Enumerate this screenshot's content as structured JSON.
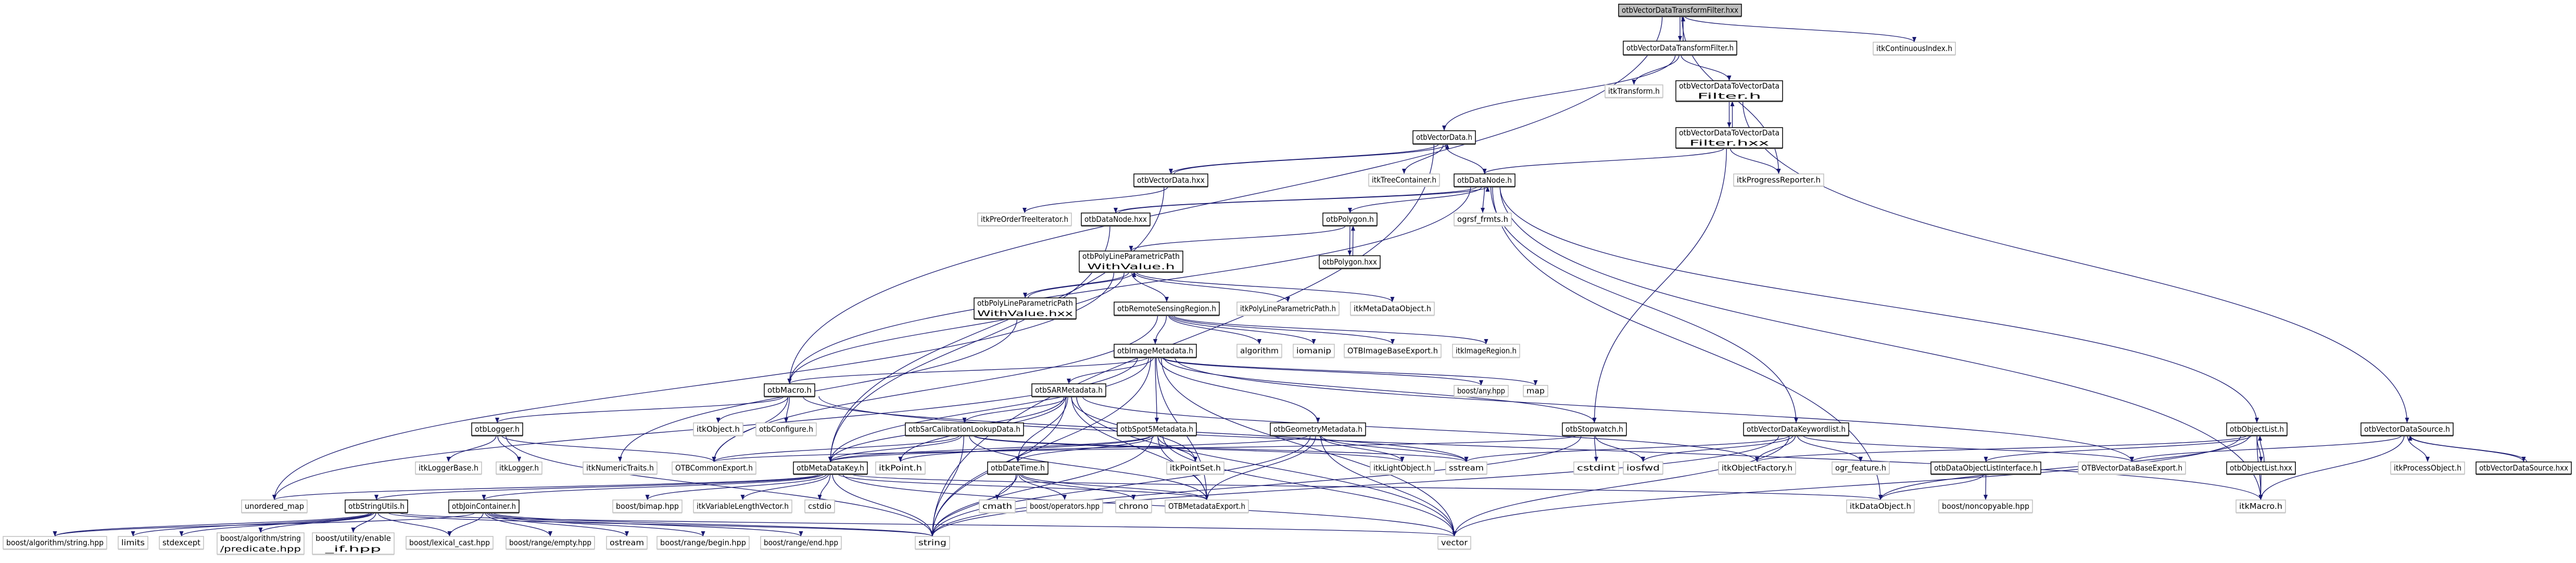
{
  "colors": {
    "edge": "#191970",
    "root_fill": "#bfbfbf",
    "external_border": "#bfbfbf",
    "documented_border": "#000000"
  },
  "nodes": [
    {
      "id": "tfhxx",
      "lines": [
        "otbVectorDataTransformFilter.hxx"
      ],
      "kind": "root"
    },
    {
      "id": "tfh",
      "lines": [
        "otbVectorDataTransformFilter.h"
      ],
      "kind": "documented"
    },
    {
      "id": "contidx",
      "lines": [
        "itkContinuousIndex.h"
      ],
      "kind": "external"
    },
    {
      "id": "itktransform",
      "lines": [
        "itkTransform.h"
      ],
      "kind": "external"
    },
    {
      "id": "vd2vdh",
      "lines": [
        "otbVectorDataToVectorData",
        "Filter.h"
      ],
      "kind": "documented"
    },
    {
      "id": "vd2vdhxx",
      "lines": [
        "otbVectorDataToVectorData",
        "Filter.hxx"
      ],
      "kind": "documented"
    },
    {
      "id": "vdh",
      "lines": [
        "otbVectorData.h"
      ],
      "kind": "documented"
    },
    {
      "id": "progress",
      "lines": [
        "itkProgressReporter.h"
      ],
      "kind": "external"
    },
    {
      "id": "vdhxx",
      "lines": [
        "otbVectorData.hxx"
      ],
      "kind": "documented"
    },
    {
      "id": "treecont",
      "lines": [
        "itkTreeContainer.h"
      ],
      "kind": "external"
    },
    {
      "id": "dnh",
      "lines": [
        "otbDataNode.h"
      ],
      "kind": "documented"
    },
    {
      "id": "preorder",
      "lines": [
        "itkPreOrderTreeIterator.h"
      ],
      "kind": "external"
    },
    {
      "id": "dnhxx",
      "lines": [
        "otbDataNode.hxx"
      ],
      "kind": "documented"
    },
    {
      "id": "polyh",
      "lines": [
        "otbPolygon.h"
      ],
      "kind": "documented"
    },
    {
      "id": "ogrsf",
      "lines": [
        "ogrsf_frmts.h"
      ],
      "kind": "external"
    },
    {
      "id": "polyhxx",
      "lines": [
        "otbPolygon.hxx"
      ],
      "kind": "documented"
    },
    {
      "id": "plppwvh",
      "lines": [
        "otbPolyLineParametricPath",
        "WithValue.h"
      ],
      "kind": "documented"
    },
    {
      "id": "plppwvhxx",
      "lines": [
        "otbPolyLineParametricPath",
        "WithValue.hxx"
      ],
      "kind": "documented"
    },
    {
      "id": "rsr",
      "lines": [
        "otbRemoteSensingRegion.h"
      ],
      "kind": "documented"
    },
    {
      "id": "itkplpp",
      "lines": [
        "itkPolyLineParametricPath.h"
      ],
      "kind": "external"
    },
    {
      "id": "metadataobj",
      "lines": [
        "itkMetaDataObject.h"
      ],
      "kind": "external"
    },
    {
      "id": "imgmeta",
      "lines": [
        "otbImageMetadata.h"
      ],
      "kind": "documented"
    },
    {
      "id": "algorithm",
      "lines": [
        "algorithm"
      ],
      "kind": "external"
    },
    {
      "id": "iomanip",
      "lines": [
        "iomanip"
      ],
      "kind": "external"
    },
    {
      "id": "imgbaseexp",
      "lines": [
        "OTBImageBaseExport.h"
      ],
      "kind": "external"
    },
    {
      "id": "imgregion",
      "lines": [
        "itkImageRegion.h"
      ],
      "kind": "external"
    },
    {
      "id": "macro",
      "lines": [
        "otbMacro.h"
      ],
      "kind": "documented"
    },
    {
      "id": "sarmeta",
      "lines": [
        "otbSARMetadata.h"
      ],
      "kind": "documented"
    },
    {
      "id": "boostany",
      "lines": [
        "boost/any.hpp"
      ],
      "kind": "external"
    },
    {
      "id": "map",
      "lines": [
        "map"
      ],
      "kind": "external"
    },
    {
      "id": "logger",
      "lines": [
        "otbLogger.h"
      ],
      "kind": "documented"
    },
    {
      "id": "itkobject",
      "lines": [
        "itkObject.h"
      ],
      "kind": "external"
    },
    {
      "id": "configure",
      "lines": [
        "otbConfigure.h"
      ],
      "kind": "external"
    },
    {
      "id": "sarcal",
      "lines": [
        "otbSarCalibrationLookupData.h"
      ],
      "kind": "documented"
    },
    {
      "id": "spot5",
      "lines": [
        "otbSpot5Metadata.h"
      ],
      "kind": "documented"
    },
    {
      "id": "geommeta",
      "lines": [
        "otbGeometryMetadata.h"
      ],
      "kind": "documented"
    },
    {
      "id": "stopwatch",
      "lines": [
        "otbStopwatch.h"
      ],
      "kind": "documented"
    },
    {
      "id": "vdkwl",
      "lines": [
        "otbVectorDataKeywordlist.h"
      ],
      "kind": "documented"
    },
    {
      "id": "objlisth",
      "lines": [
        "otbObjectList.h"
      ],
      "kind": "documented"
    },
    {
      "id": "vdsrch",
      "lines": [
        "otbVectorDataSource.h"
      ],
      "kind": "documented"
    },
    {
      "id": "loggerbase",
      "lines": [
        "itkLoggerBase.h"
      ],
      "kind": "external"
    },
    {
      "id": "itklogger",
      "lines": [
        "itkLogger.h"
      ],
      "kind": "external"
    },
    {
      "id": "numtraits",
      "lines": [
        "itkNumericTraits.h"
      ],
      "kind": "external"
    },
    {
      "id": "commonexp",
      "lines": [
        "OTBCommonExport.h"
      ],
      "kind": "external"
    },
    {
      "id": "mdkey",
      "lines": [
        "otbMetaDataKey.h"
      ],
      "kind": "documented"
    },
    {
      "id": "itkpoint",
      "lines": [
        "itkPoint.h"
      ],
      "kind": "external"
    },
    {
      "id": "datetime",
      "lines": [
        "otbDateTime.h"
      ],
      "kind": "documented"
    },
    {
      "id": "pointset",
      "lines": [
        "itkPointSet.h"
      ],
      "kind": "external"
    },
    {
      "id": "lightobj",
      "lines": [
        "itkLightObject.h"
      ],
      "kind": "external"
    },
    {
      "id": "sstream",
      "lines": [
        "sstream"
      ],
      "kind": "external"
    },
    {
      "id": "cstdint",
      "lines": [
        "cstdint"
      ],
      "kind": "external"
    },
    {
      "id": "iosfwd",
      "lines": [
        "iosfwd"
      ],
      "kind": "external"
    },
    {
      "id": "objfactory",
      "lines": [
        "itkObjectFactory.h"
      ],
      "kind": "external"
    },
    {
      "id": "ogrfeature",
      "lines": [
        "ogr_feature.h"
      ],
      "kind": "external"
    },
    {
      "id": "dolisti",
      "lines": [
        "otbDataObjectListInterface.h"
      ],
      "kind": "documented"
    },
    {
      "id": "vdbaseexp",
      "lines": [
        "OTBVectorDataBaseExport.h"
      ],
      "kind": "external"
    },
    {
      "id": "objlisthxx",
      "lines": [
        "otbObjectList.hxx"
      ],
      "kind": "documented"
    },
    {
      "id": "processobj",
      "lines": [
        "itkProcessObject.h"
      ],
      "kind": "external"
    },
    {
      "id": "vdsrchxx",
      "lines": [
        "otbVectorDataSource.hxx"
      ],
      "kind": "documented"
    },
    {
      "id": "umap",
      "lines": [
        "unordered_map"
      ],
      "kind": "external"
    },
    {
      "id": "strutils",
      "lines": [
        "otbStringUtils.h"
      ],
      "kind": "documented"
    },
    {
      "id": "joincont",
      "lines": [
        "otbJoinContainer.h"
      ],
      "kind": "documented"
    },
    {
      "id": "bimap",
      "lines": [
        "boost/bimap.hpp"
      ],
      "kind": "external"
    },
    {
      "id": "varlen",
      "lines": [
        "itkVariableLengthVector.h"
      ],
      "kind": "external"
    },
    {
      "id": "cstdio",
      "lines": [
        "cstdio"
      ],
      "kind": "external"
    },
    {
      "id": "cmath",
      "lines": [
        "cmath"
      ],
      "kind": "external"
    },
    {
      "id": "operators",
      "lines": [
        "boost/operators.hpp"
      ],
      "kind": "external"
    },
    {
      "id": "chrono",
      "lines": [
        "chrono"
      ],
      "kind": "external"
    },
    {
      "id": "mdexp",
      "lines": [
        "OTBMetadataExport.h"
      ],
      "kind": "external"
    },
    {
      "id": "dataobj",
      "lines": [
        "itkDataObject.h"
      ],
      "kind": "external"
    },
    {
      "id": "noncopy",
      "lines": [
        "boost/noncopyable.hpp"
      ],
      "kind": "external"
    },
    {
      "id": "itkmacro",
      "lines": [
        "itkMacro.h"
      ],
      "kind": "external"
    },
    {
      "id": "algstring",
      "lines": [
        "boost/algorithm/string.hpp"
      ],
      "kind": "external"
    },
    {
      "id": "limits",
      "lines": [
        "limits"
      ],
      "kind": "external"
    },
    {
      "id": "stdexcept",
      "lines": [
        "stdexcept"
      ],
      "kind": "external"
    },
    {
      "id": "predicate",
      "lines": [
        "boost/algorithm/string",
        "/predicate.hpp"
      ],
      "kind": "external"
    },
    {
      "id": "enableif",
      "lines": [
        "boost/utility/enable",
        "_if.hpp"
      ],
      "kind": "external"
    },
    {
      "id": "lexcast",
      "lines": [
        "boost/lexical_cast.hpp"
      ],
      "kind": "external"
    },
    {
      "id": "rangeempty",
      "lines": [
        "boost/range/empty.hpp"
      ],
      "kind": "external"
    },
    {
      "id": "ostream",
      "lines": [
        "ostream"
      ],
      "kind": "external"
    },
    {
      "id": "rangebegin",
      "lines": [
        "boost/range/begin.hpp"
      ],
      "kind": "external"
    },
    {
      "id": "rangeend",
      "lines": [
        "boost/range/end.hpp"
      ],
      "kind": "external"
    },
    {
      "id": "string",
      "lines": [
        "string"
      ],
      "kind": "external"
    },
    {
      "id": "vector",
      "lines": [
        "vector"
      ],
      "kind": "external"
    }
  ],
  "edges": [
    [
      "tfhxx",
      "tfh"
    ],
    [
      "tfhxx",
      "contidx"
    ],
    [
      "tfhxx",
      "progress"
    ],
    [
      "tfhxx",
      "macro"
    ],
    [
      "tfh",
      "tfhxx"
    ],
    [
      "tfh",
      "itktransform"
    ],
    [
      "tfh",
      "vd2vdh"
    ],
    [
      "tfh",
      "vdh"
    ],
    [
      "vd2vdh",
      "vd2vdhxx"
    ],
    [
      "vd2vdhxx",
      "vd2vdh"
    ],
    [
      "vd2vdh",
      "vdsrch"
    ],
    [
      "vd2vdhxx",
      "progress"
    ],
    [
      "vd2vdhxx",
      "dnh"
    ],
    [
      "vd2vdhxx",
      "stopwatch"
    ],
    [
      "vdh",
      "vdhxx"
    ],
    [
      "vdhxx",
      "vdh"
    ],
    [
      "vdh",
      "treecont"
    ],
    [
      "vdh",
      "dnh"
    ],
    [
      "vdh",
      "string"
    ],
    [
      "vdhxx",
      "preorder"
    ],
    [
      "vdhxx",
      "mdkey"
    ],
    [
      "dnh",
      "dnhxx"
    ],
    [
      "dnhxx",
      "dnh"
    ],
    [
      "dnh",
      "polyh"
    ],
    [
      "dnh",
      "ogrsf"
    ],
    [
      "dnh",
      "vdkwl"
    ],
    [
      "dnh",
      "objlisth"
    ],
    [
      "dnh",
      "dataobj"
    ],
    [
      "dnh",
      "macro"
    ],
    [
      "dnh",
      "itkmacro"
    ],
    [
      "dnhxx",
      "mdkey"
    ],
    [
      "polyh",
      "polyhxx"
    ],
    [
      "polyhxx",
      "polyh"
    ],
    [
      "polyh",
      "plppwvh"
    ],
    [
      "plppwvh",
      "plppwvhxx"
    ],
    [
      "plppwvhxx",
      "plppwvh"
    ],
    [
      "plppwvh",
      "rsr"
    ],
    [
      "plppwvh",
      "itkplpp"
    ],
    [
      "plppwvh",
      "metadataobj"
    ],
    [
      "plppwvh",
      "macro"
    ],
    [
      "plppwvh",
      "umap"
    ],
    [
      "plppwvhxx",
      "numtraits"
    ],
    [
      "rsr",
      "imgmeta"
    ],
    [
      "rsr",
      "algorithm"
    ],
    [
      "rsr",
      "iomanip"
    ],
    [
      "rsr",
      "imgbaseexp"
    ],
    [
      "rsr",
      "imgregion"
    ],
    [
      "rsr",
      "commonexp"
    ],
    [
      "imgmeta",
      "sarmeta"
    ],
    [
      "imgmeta",
      "spot5"
    ],
    [
      "imgmeta",
      "geommeta"
    ],
    [
      "imgmeta",
      "mdkey"
    ],
    [
      "imgmeta",
      "macro"
    ],
    [
      "imgmeta",
      "boostany"
    ],
    [
      "imgmeta",
      "map"
    ],
    [
      "imgmeta",
      "umap"
    ],
    [
      "imgmeta",
      "string"
    ],
    [
      "imgmeta",
      "vector"
    ],
    [
      "imgmeta",
      "mdexp"
    ],
    [
      "imgmeta",
      "stopwatch"
    ],
    [
      "imgmeta",
      "vdbaseexp"
    ],
    [
      "macro",
      "itkobject"
    ],
    [
      "macro",
      "configure"
    ],
    [
      "macro",
      "logger"
    ],
    [
      "macro",
      "itkmacro"
    ],
    [
      "macro",
      "sstream"
    ],
    [
      "macro",
      "commonexp"
    ],
    [
      "sarmeta",
      "sarcal"
    ],
    [
      "sarmeta",
      "mdkey"
    ],
    [
      "sarmeta",
      "itkpoint"
    ],
    [
      "sarmeta",
      "datetime"
    ],
    [
      "sarmeta",
      "pointset"
    ],
    [
      "sarmeta",
      "mdexp"
    ],
    [
      "sarmeta",
      "string"
    ],
    [
      "sarmeta",
      "vector"
    ],
    [
      "sarmeta",
      "objfactory"
    ],
    [
      "sarcal",
      "mdkey"
    ],
    [
      "sarcal",
      "commonexp"
    ],
    [
      "sarcal",
      "string"
    ],
    [
      "sarcal",
      "lightobj"
    ],
    [
      "sarcal",
      "sstream"
    ],
    [
      "sarcal",
      "mdexp"
    ],
    [
      "spot5",
      "mdkey"
    ],
    [
      "spot5",
      "datetime"
    ],
    [
      "spot5",
      "pointset"
    ],
    [
      "spot5",
      "mdexp"
    ],
    [
      "spot5",
      "string"
    ],
    [
      "spot5",
      "vector"
    ],
    [
      "spot5",
      "itkpoint"
    ],
    [
      "geommeta",
      "mdkey"
    ],
    [
      "geommeta",
      "mdexp"
    ],
    [
      "geommeta",
      "string"
    ],
    [
      "geommeta",
      "vector"
    ],
    [
      "geommeta",
      "sstream"
    ],
    [
      "geommeta",
      "lightobj"
    ],
    [
      "logger",
      "loggerbase"
    ],
    [
      "logger",
      "itklogger"
    ],
    [
      "logger",
      "commonexp"
    ],
    [
      "logger",
      "string"
    ],
    [
      "stopwatch",
      "cstdint"
    ],
    [
      "stopwatch",
      "iosfwd"
    ],
    [
      "stopwatch",
      "string"
    ],
    [
      "stopwatch",
      "commonexp"
    ],
    [
      "vdkwl",
      "objfactory"
    ],
    [
      "vdkwl",
      "ogrfeature"
    ],
    [
      "vdkwl",
      "iosfwd"
    ],
    [
      "vdkwl",
      "sstream"
    ],
    [
      "vdkwl",
      "string"
    ],
    [
      "vdkwl",
      "vector"
    ],
    [
      "vdkwl",
      "vdbaseexp"
    ],
    [
      "objlisth",
      "dolisti"
    ],
    [
      "objlisth",
      "dataobj"
    ],
    [
      "objlisth",
      "objfactory"
    ],
    [
      "objlisth",
      "objlisthxx"
    ],
    [
      "objlisth",
      "itkmacro"
    ],
    [
      "objlisth",
      "vector"
    ],
    [
      "objlisthxx",
      "objlisth"
    ],
    [
      "objlisthxx",
      "itkmacro"
    ],
    [
      "dolisti",
      "dataobj"
    ],
    [
      "dolisti",
      "noncopy"
    ],
    [
      "vdsrch",
      "processobj"
    ],
    [
      "vdsrch",
      "vdsrchxx"
    ],
    [
      "vdsrchxx",
      "vdsrch"
    ],
    [
      "vdsrch",
      "vdbaseexp"
    ],
    [
      "vdsrch",
      "itkmacro"
    ],
    [
      "mdkey",
      "umap"
    ],
    [
      "mdkey",
      "strutils"
    ],
    [
      "mdkey",
      "joincont"
    ],
    [
      "mdkey",
      "bimap"
    ],
    [
      "mdkey",
      "varlen"
    ],
    [
      "mdkey",
      "cstdio"
    ],
    [
      "mdkey",
      "string"
    ],
    [
      "mdkey",
      "vector"
    ],
    [
      "mdkey",
      "mdexp"
    ],
    [
      "mdkey",
      "dataobj"
    ],
    [
      "datetime",
      "cmath"
    ],
    [
      "datetime",
      "operators"
    ],
    [
      "datetime",
      "chrono"
    ],
    [
      "datetime",
      "mdexp"
    ],
    [
      "datetime",
      "string"
    ],
    [
      "strutils",
      "algstring"
    ],
    [
      "strutils",
      "limits"
    ],
    [
      "strutils",
      "stdexcept"
    ],
    [
      "strutils",
      "predicate"
    ],
    [
      "strutils",
      "enableif"
    ],
    [
      "strutils",
      "lexcast"
    ],
    [
      "strutils",
      "string"
    ],
    [
      "strutils",
      "vector"
    ],
    [
      "joincont",
      "rangeempty"
    ],
    [
      "joincont",
      "ostream"
    ],
    [
      "joincont",
      "rangebegin"
    ],
    [
      "joincont",
      "rangeend"
    ],
    [
      "joincont",
      "string"
    ],
    [
      "joincont",
      "lexcast"
    ],
    [
      "joincont",
      "algstring"
    ]
  ]
}
